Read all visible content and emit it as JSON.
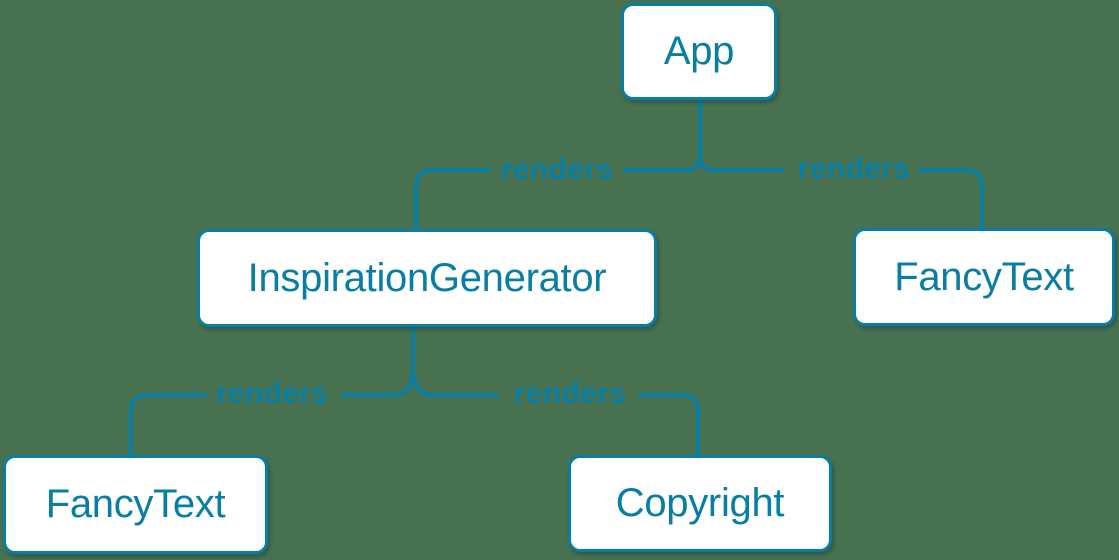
{
  "canvas": {
    "background_color": "#47714F",
    "accent_color": "#087EA4",
    "node_fill_color": "#FFFFFF"
  },
  "diagram": {
    "type": "component-render-tree",
    "nodes": [
      {
        "id": "app",
        "label": "App"
      },
      {
        "id": "inspiration-generator",
        "label": "InspirationGenerator"
      },
      {
        "id": "fancy-text-top",
        "label": "FancyText"
      },
      {
        "id": "fancy-text-bottom",
        "label": "FancyText"
      },
      {
        "id": "copyright",
        "label": "Copyright"
      }
    ],
    "edges": [
      {
        "from": "App",
        "to": "InspirationGenerator",
        "label": "renders"
      },
      {
        "from": "App",
        "to": "FancyText",
        "label": "renders"
      },
      {
        "from": "InspirationGenerator",
        "to": "FancyText",
        "label": "renders"
      },
      {
        "from": "InspirationGenerator",
        "to": "Copyright",
        "label": "renders"
      }
    ]
  }
}
